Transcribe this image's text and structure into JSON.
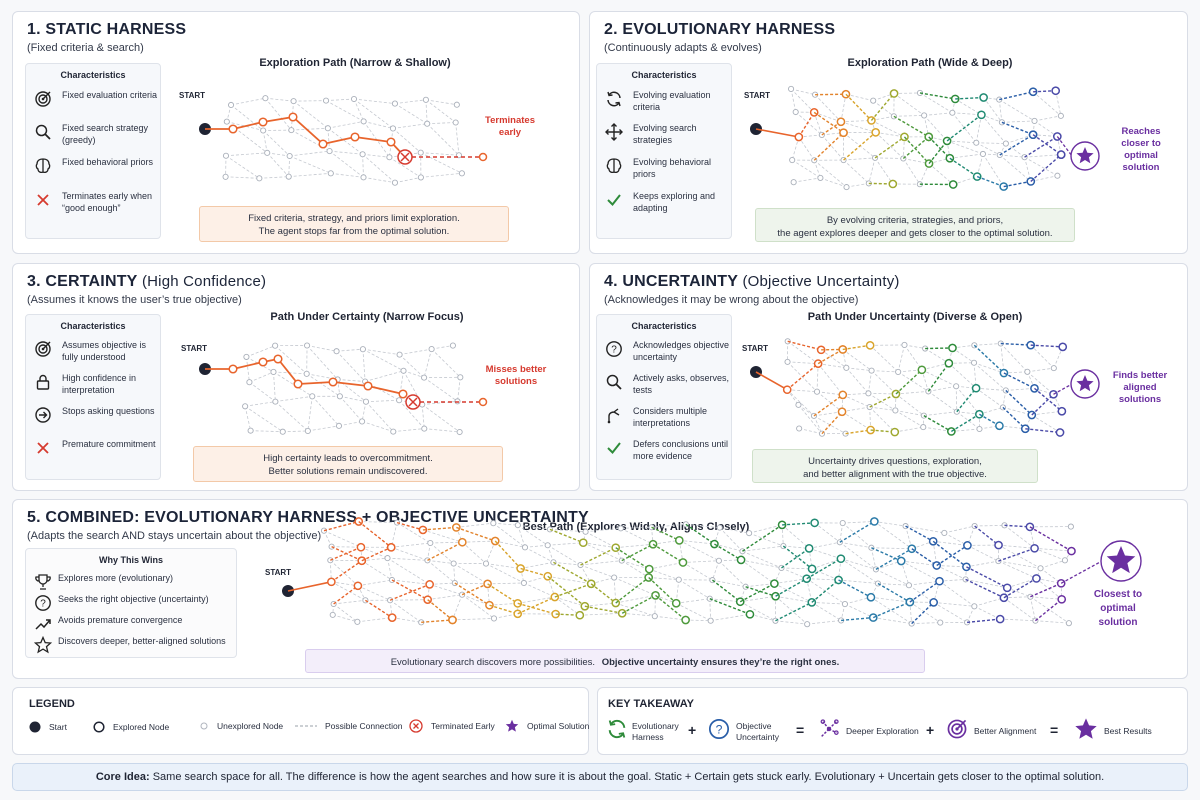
{
  "colors": {
    "orange": "#e8642c",
    "red": "#d63a2f",
    "purple": "#6a2fa0",
    "green": "#2e8b3a",
    "blue": "#2a5ea8",
    "teal": "#1e8a8a",
    "gray": "#b0b5be"
  },
  "panel1": {
    "title": "1. STATIC HARNESS",
    "subtitle": "(Fixed criteria & search)",
    "char_head": "Characteristics",
    "items": [
      "Fixed evaluation criteria",
      "Fixed search strategy (greedy)",
      "Fixed behavioral priors",
      "Terminates early when “good enough”"
    ],
    "path_title": "Exploration Path (Narrow & Shallow)",
    "start": "START",
    "end_label": "Terminates early",
    "caption1": "Fixed criteria, strategy, and priors limit exploration.",
    "caption2": "The agent stops far from the optimal solution."
  },
  "panel2": {
    "title": "2. EVOLUTIONARY HARNESS",
    "subtitle": "(Continuously adapts & evolves)",
    "char_head": "Characteristics",
    "items": [
      "Evolving evaluation criteria",
      "Evolving search strategies",
      "Evolving behavioral priors",
      "Keeps exploring and adapting"
    ],
    "path_title": "Exploration Path (Wide & Deep)",
    "start": "START",
    "end_label": "Reaches closer to optimal solution",
    "caption1": "By evolving criteria, strategies, and priors,",
    "caption2": "the agent explores deeper and gets closer to the optimal solution."
  },
  "panel3": {
    "title": "3. CERTAINTY",
    "title_thin": "(High Confidence)",
    "subtitle": "(Assumes it knows the user’s true objective)",
    "char_head": "Characteristics",
    "items": [
      "Assumes objective is fully understood",
      "High confidence in interpretation",
      "Stops asking questions",
      "Premature commitment"
    ],
    "path_title": "Path Under Certainty (Narrow Focus)",
    "start": "START",
    "end_label": "Misses better solutions",
    "caption1": "High certainty leads to overcommitment.",
    "caption2": "Better solutions remain undiscovered."
  },
  "panel4": {
    "title": "4. UNCERTAINTY",
    "title_thin": "(Objective Uncertainty)",
    "subtitle": "(Acknowledges it may be wrong about the objective)",
    "char_head": "Characteristics",
    "items": [
      "Acknowledges objective uncertainty",
      "Actively asks, observes, tests",
      "Considers multiple interpretations",
      "Defers conclusions until more evidence"
    ],
    "path_title": "Path Under Uncertainty (Diverse & Open)",
    "start": "START",
    "end_label": "Finds better aligned solutions",
    "caption1": "Uncertainty drives questions, exploration,",
    "caption2": "and better alignment with the true objective."
  },
  "panel5": {
    "title": "5. COMBINED: EVOLUTIONARY HARNESS + OBJECTIVE UNCERTAINTY",
    "subtitle": "(Adapts the search AND stays uncertain about the objective)",
    "why_head": "Why This Wins",
    "items": [
      "Explores more (evolutionary)",
      "Seeks the right objective (uncertainty)",
      "Avoids premature convergence",
      "Discovers deeper, better-aligned solutions"
    ],
    "path_title": "Best Path (Explores Widely, Aligns Closely)",
    "start": "START",
    "end_label": "Closest to optimal solution",
    "caption1": "Evolutionary search discovers more possibilities.",
    "caption2": "Objective uncertainty ensures they’re the right ones."
  },
  "legend": {
    "title": "LEGEND",
    "items": [
      "Start",
      "Explored Node",
      "Unexplored Node",
      "Possible Connection",
      "Terminated Early",
      "Optimal Solution"
    ]
  },
  "takeaway": {
    "title": "KEY TAKEAWAY",
    "a": "Evolutionary Harness",
    "b": "Objective Uncertainty",
    "c": "Deeper Exploration",
    "d": "Better Alignment",
    "e": "Best Results",
    "plus": "+",
    "eq": "="
  },
  "core": {
    "label": "Core Idea:",
    "text": "Same search space for all.  The difference is how the agent searches and how sure it is about the goal.  Static + Certain gets stuck early.  Evolutionary + Uncertain gets closer to the optimal solution."
  }
}
